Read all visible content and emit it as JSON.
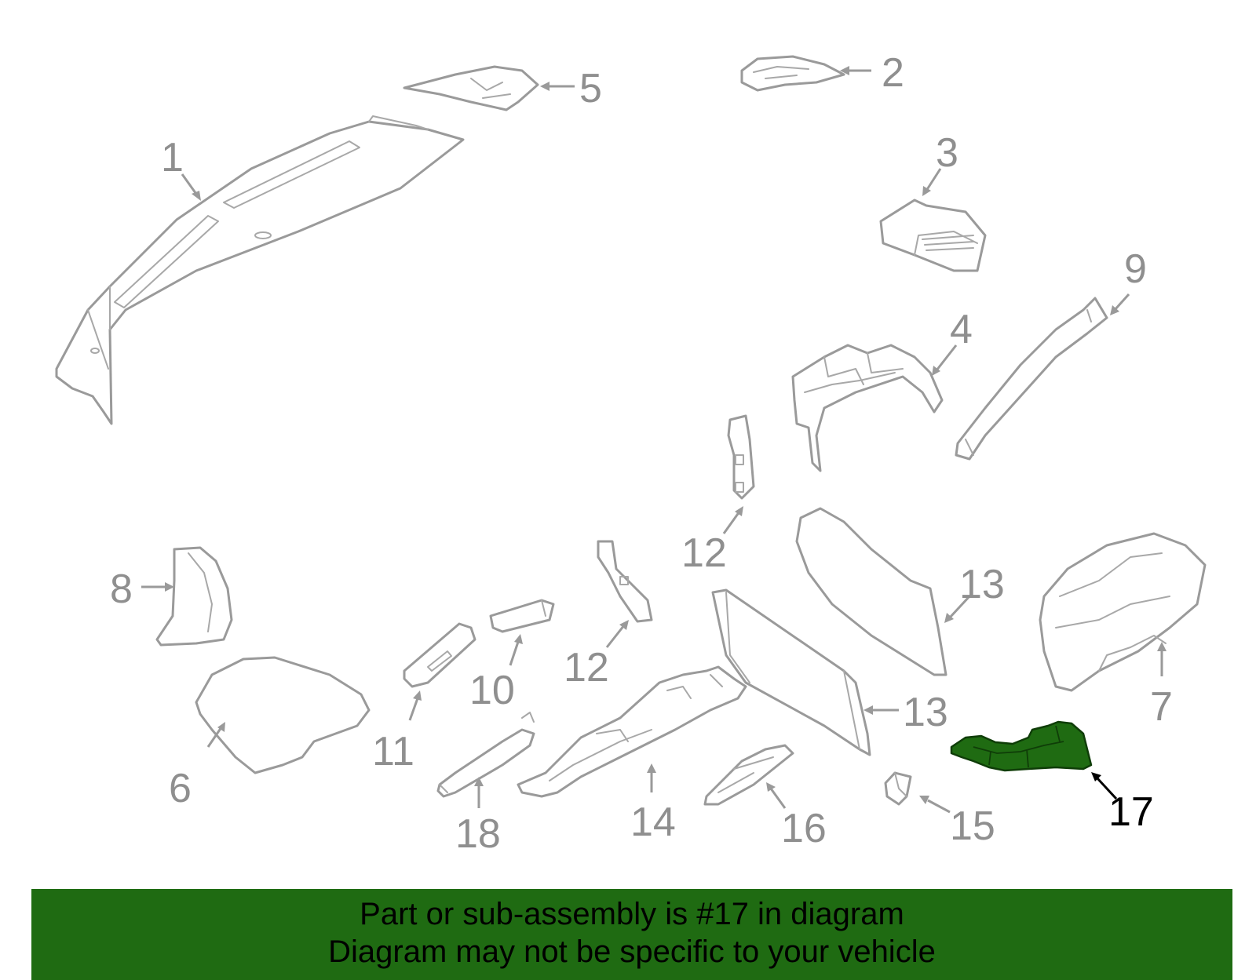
{
  "callouts": {
    "c1": "1",
    "c2": "2",
    "c3": "3",
    "c4": "4",
    "c5": "5",
    "c6": "6",
    "c7": "7",
    "c8": "8",
    "c9": "9",
    "c10": "10",
    "c11": "11",
    "c12a": "12",
    "c12b": "12",
    "c13a": "13",
    "c13b": "13",
    "c14": "14",
    "c15": "15",
    "c16": "16",
    "c17": "17",
    "c18": "18"
  },
  "highlighted_part": "17",
  "colors": {
    "highlight": "#1f6b12",
    "banner": "#1f6b12",
    "part_lines": "#9a9a9a"
  },
  "banner": {
    "line1": "Part or sub-assembly is #17 in diagram",
    "line2": "Diagram may not be specific to your vehicle"
  }
}
